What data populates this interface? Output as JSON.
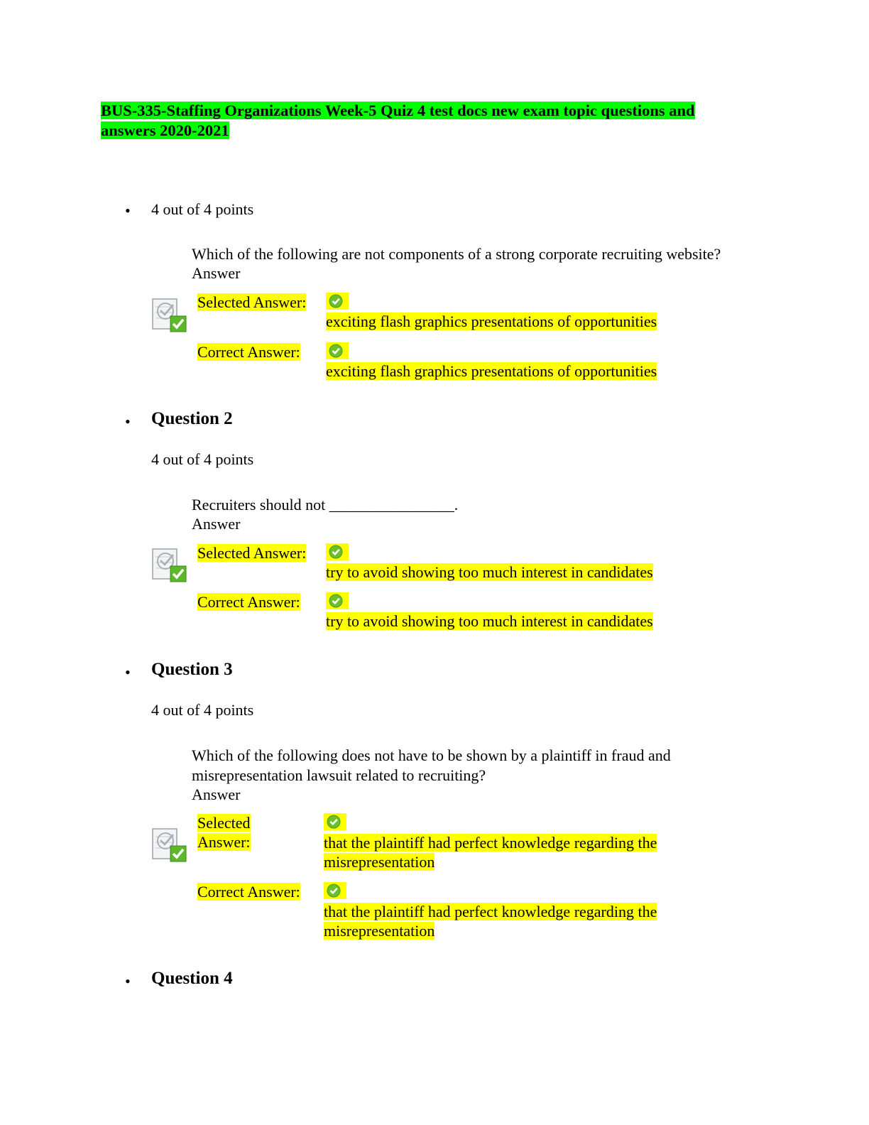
{
  "document": {
    "title": "BUS-335-Staffing Organizations Week-5 Quiz 4 test docs new exam topic questions and answers 2020-2021"
  },
  "questions": [
    {
      "heading": "",
      "points": "4 out of 4 points",
      "text": "Which of the following are not components of a strong corporate recruiting website?",
      "answer_word": "Answer",
      "selected_label": "Selected Answer:",
      "selected_value": "exciting flash graphics presentations of opportunities",
      "correct_label": "Correct Answer:",
      "correct_value": "exciting flash graphics presentations of opportunities"
    },
    {
      "heading": "Question 2",
      "points": "4 out of 4 points",
      "text": "Recruiters should not ________________.",
      "answer_word": "Answer",
      "selected_label": "Selected Answer:",
      "selected_value": "try to avoid showing too much interest in candidates",
      "correct_label": "Correct Answer:",
      "correct_value": "try to avoid showing too much interest in candidates"
    },
    {
      "heading": "Question 3",
      "points": "4 out of 4 points",
      "text": "Which of the following does not have to be shown by a plaintiff in fraud and misrepresentation lawsuit related to recruiting?",
      "answer_word": "Answer",
      "selected_label_line1": "Selected",
      "selected_label_line2": "Answer:",
      "selected_value": "that the plaintiff had perfect knowledge regarding the misrepresentation",
      "correct_label": "Correct Answer:",
      "correct_value": "that the plaintiff had perfect knowledge regarding the misrepresentation"
    },
    {
      "heading": "Question 4"
    }
  ],
  "bullet": "•",
  "icons": {
    "status": "graded-correct-icon",
    "answer": "check-circle-icon"
  },
  "colors": {
    "title_highlight": "#00ff00",
    "answer_highlight": "#ffff00",
    "check_green": "#6bbf2a"
  }
}
